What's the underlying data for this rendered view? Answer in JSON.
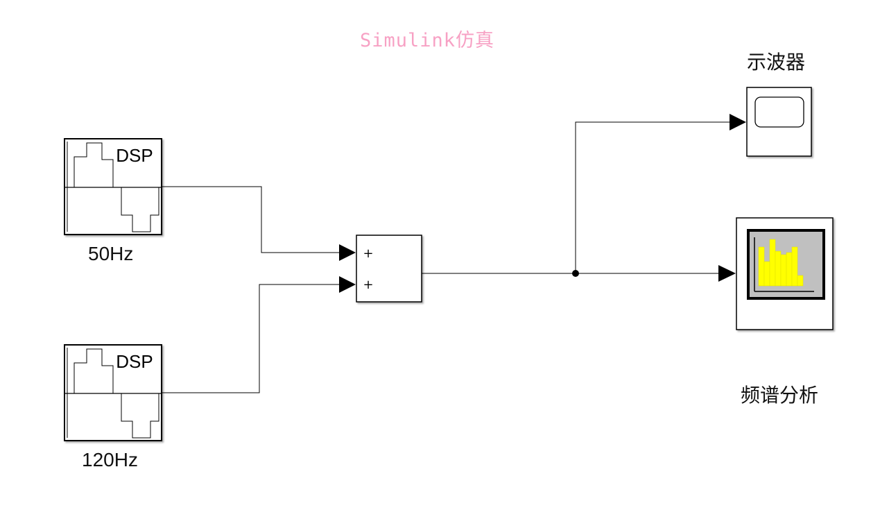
{
  "title": "Simulink仿真",
  "blocks": {
    "source_1": {
      "icon_text": "DSP",
      "label": "50Hz"
    },
    "source_2": {
      "icon_text": "DSP",
      "label": "120Hz"
    },
    "sum": {
      "input_signs": [
        "+",
        "+"
      ]
    },
    "scope": {
      "label": "示波器"
    },
    "spectrum": {
      "label": "频谱分析"
    }
  },
  "colors": {
    "title": "#f7a1c4",
    "spectrum_bars": "#ffff00",
    "spectrum_screen": "#c0c0c0",
    "line": "#000000"
  },
  "icons": {
    "source": "sine-wave-dsp-icon",
    "sum": "sum-icon",
    "scope": "scope-screen-icon",
    "spectrum": "spectrum-bars-icon"
  }
}
